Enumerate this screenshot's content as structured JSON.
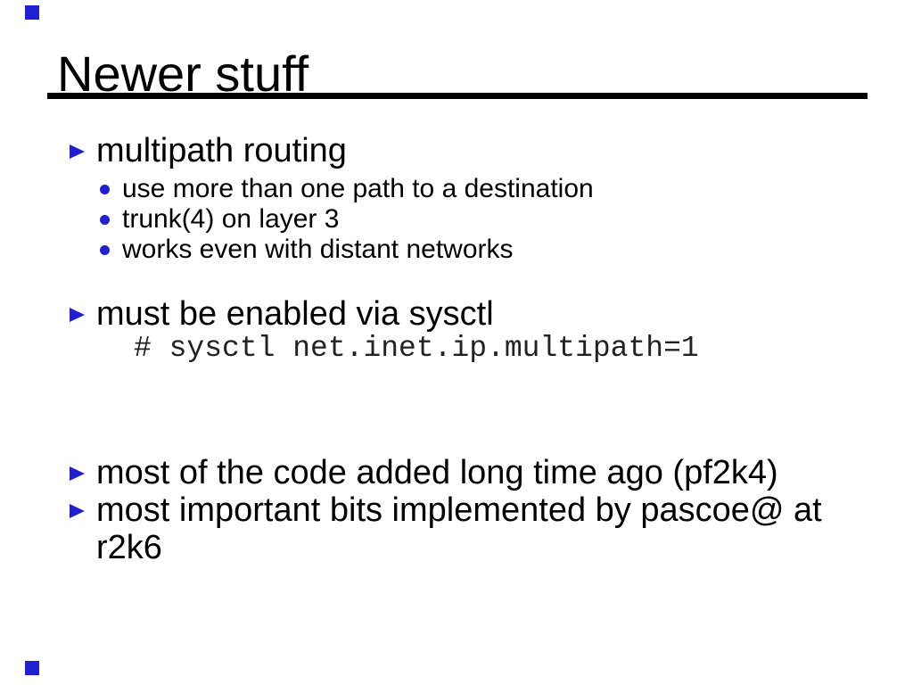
{
  "slide": {
    "title": "Newer stuff",
    "colors": {
      "background": "#ffffff",
      "text": "#000000",
      "bullet_blue": "#2020d0",
      "title_rule": "#000000"
    },
    "decorations": {
      "corner_markers": [
        "top-left",
        "bottom-left"
      ],
      "corner_marker_color": "#2020d0"
    },
    "items": [
      {
        "text": "multipath routing",
        "sub": [
          "use more than one path to a destination",
          "trunk(4) on layer 3",
          "works even with distant networks"
        ]
      },
      {
        "text": "must be enabled via sysctl",
        "code": "# sysctl net.inet.ip.multipath=1"
      },
      {
        "text": "most of the code added long time ago (pf2k4)"
      },
      {
        "text": "most important bits implemented by pascoe@ at r2k6"
      }
    ]
  }
}
